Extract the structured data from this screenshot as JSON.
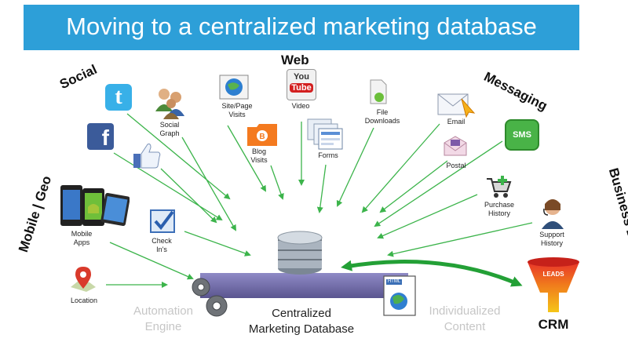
{
  "title": "Moving to a centralized marketing database",
  "categories": {
    "web": "Web",
    "social": "Social",
    "messaging": "Messaging",
    "mobile_geo": "Mobile | Geo",
    "business_data": "Business Data"
  },
  "sources": {
    "site_page_visits": [
      "Site/Page",
      "Visits"
    ],
    "video": "Video",
    "file_downloads": [
      "File",
      "Downloads"
    ],
    "blog_visits": [
      "Blog",
      "Visits"
    ],
    "forms": "Forms",
    "social_graph": [
      "Social",
      "Graph"
    ],
    "email": "Email",
    "postal": "Postal",
    "purchase_history": [
      "Purchase",
      "History"
    ],
    "support_history": [
      "Support",
      "History"
    ],
    "mobile_apps": [
      "Mobile",
      "Apps"
    ],
    "check_ins": [
      "Check",
      "In's"
    ],
    "location": "Location"
  },
  "center": {
    "database": [
      "Centralized",
      "Marketing Database"
    ],
    "automation": [
      "Automation",
      "Engine"
    ],
    "content": [
      "Individualized",
      "Content"
    ],
    "crm": "CRM",
    "funnel_top": "LEADS",
    "youtube_you": "You",
    "youtube_tube": "Tube",
    "sms": "SMS",
    "html_tag": "HTML"
  },
  "colors": {
    "title_bar": "#2d9fd8",
    "arrow": "#3cb44b",
    "platform": "#6f6aa8"
  }
}
